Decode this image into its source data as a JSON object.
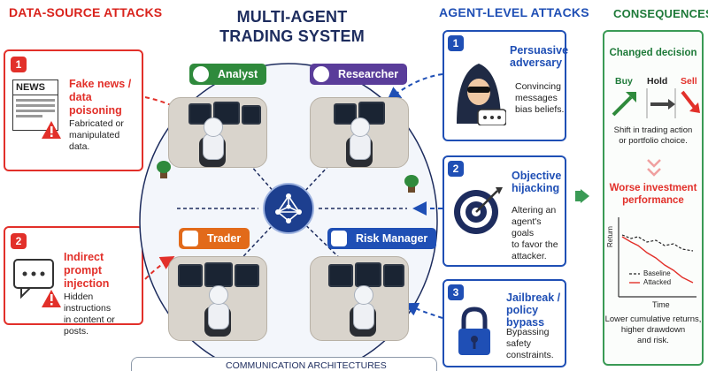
{
  "data_source": {
    "header": "DATA-SOURCE ATTACKS",
    "cards": [
      {
        "number": "1",
        "title_line1": "Fake news /",
        "title_line2": "data poisoning",
        "icon_text": "NEWS",
        "desc_line1": "Fabricated or",
        "desc_line2": "manipulated data."
      },
      {
        "number": "2",
        "title_line1": "Indirect prompt",
        "title_line2": "injection",
        "desc_line1": "Hidden instructions",
        "desc_line2": "in content or posts."
      }
    ]
  },
  "system": {
    "title_line1": "MULTI-AGENT",
    "title_line2": "TRADING SYSTEM",
    "agents": [
      {
        "label": "Analyst",
        "color": "#2f8a3c"
      },
      {
        "label": "Researcher",
        "color": "#5a3d9a"
      },
      {
        "label": "Trader",
        "color": "#e26a1a"
      },
      {
        "label": "Risk Manager",
        "color": "#1f4fb5"
      }
    ],
    "bottom_label": "COMMUNICATION ARCHITECTURES"
  },
  "agent_level": {
    "header": "AGENT-LEVEL ATTACKS",
    "cards": [
      {
        "number": "1",
        "title_line1": "Persuasive",
        "title_line2": "adversary",
        "desc_line1": "Convincing",
        "desc_line2": "messages",
        "desc_line3": "bias beliefs."
      },
      {
        "number": "2",
        "title_line1": "Objective",
        "title_line2": "hijacking",
        "desc_line1": "Altering an",
        "desc_line2": "agent's goals",
        "desc_line3": "to favor the",
        "desc_line4": "attacker."
      },
      {
        "number": "3",
        "title_line1": "Jailbreak /",
        "title_line2": "policy bypass",
        "desc_line1": "Bypassing",
        "desc_line2": "safety",
        "desc_line3": "constraints."
      }
    ]
  },
  "consequences": {
    "header": "CONSEQUENCES",
    "changed_decision": "Changed decision",
    "actions": [
      "Buy",
      "Hold",
      "Sell"
    ],
    "shift_line1": "Shift in trading action",
    "shift_line2": "or portfolio choice.",
    "worse_line1": "Worse investment",
    "worse_line2": "performance",
    "chart": {
      "ylabel": "Return",
      "xlabel": "Time",
      "legend_baseline": "Baseline",
      "legend_attacked": "Attacked"
    },
    "outcome_line1": "Lower cumulative returns,",
    "outcome_line2": "higher drawdown",
    "outcome_line3": "and risk."
  },
  "colors": {
    "red": "#e2302a",
    "blue": "#1f4fb5",
    "green": "#1e7a39",
    "navy": "#1d2c5e"
  }
}
